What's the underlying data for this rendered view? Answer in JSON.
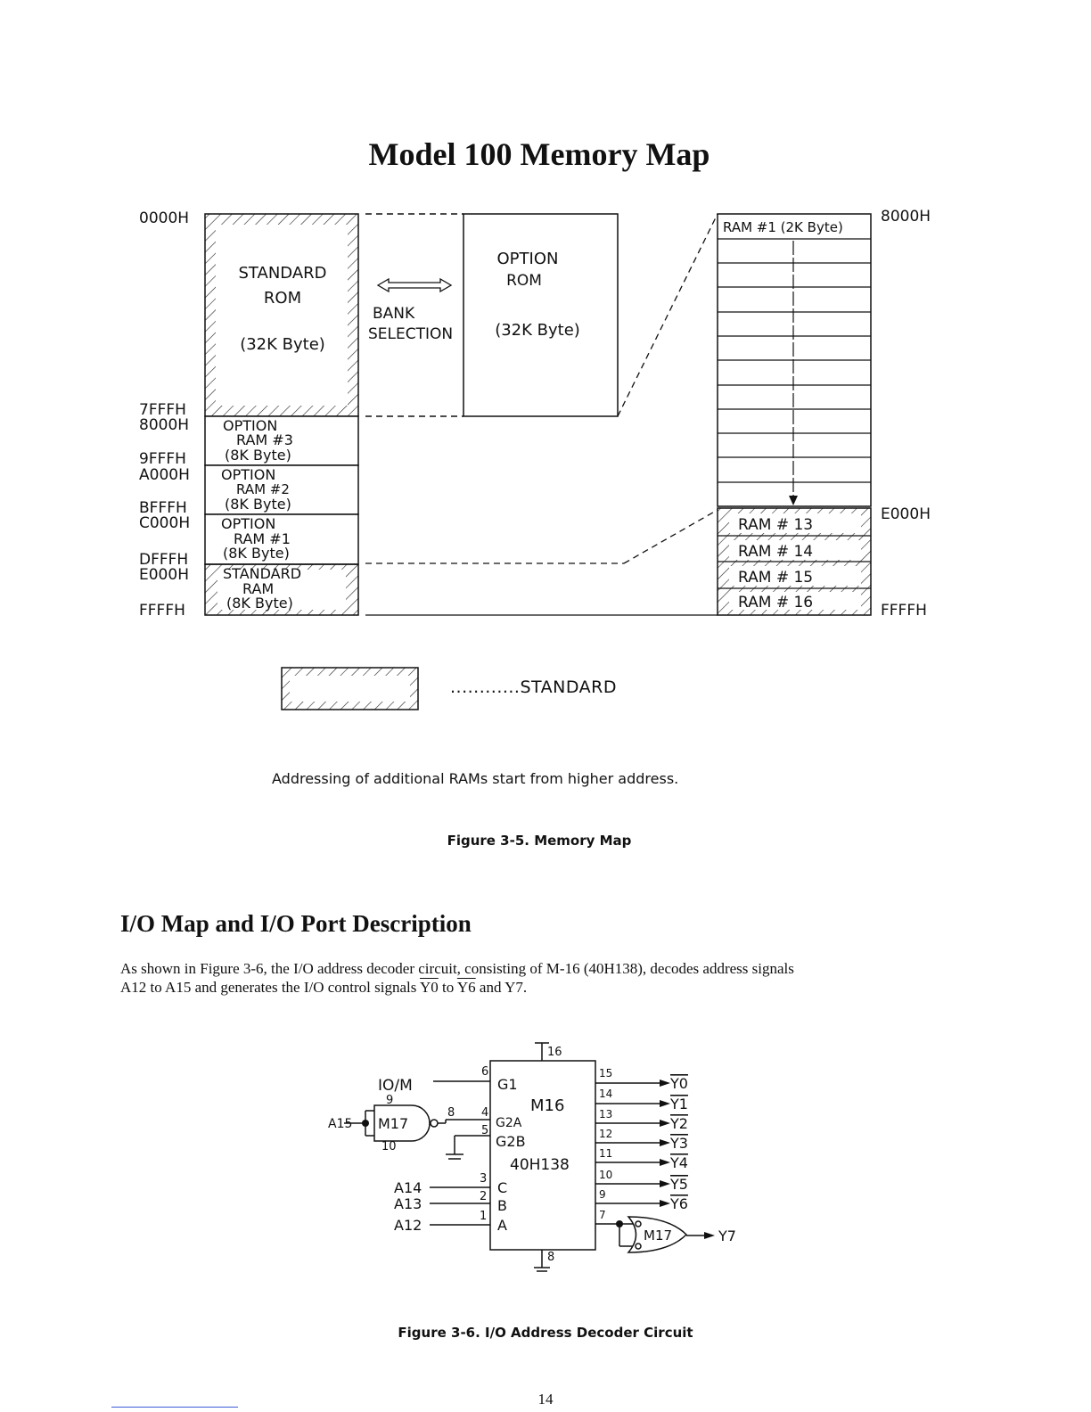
{
  "memory_map": {
    "title": "Model 100 Memory Map",
    "left_addresses": [
      "0000H",
      "7FFFH",
      "8000H",
      "9FFFH",
      "A000H",
      "BFFFH",
      "C000H",
      "DFFFH",
      "E000H",
      "FFFFH"
    ],
    "standard_rom": [
      "STANDARD",
      "ROM",
      "(32K Byte)"
    ],
    "option_ram_3": [
      "OPTION",
      "RAM #3",
      "(8K Byte)"
    ],
    "option_ram_2": [
      "OPTION",
      "RAM #2",
      "(8K Byte)"
    ],
    "option_ram_1": [
      "OPTION",
      "RAM #1",
      "(8K Byte)"
    ],
    "standard_ram": [
      "STANDARD",
      "RAM",
      "(8K Byte)"
    ],
    "bank_selection": [
      "BANK",
      "SELECTION"
    ],
    "option_rom": [
      "OPTION",
      "ROM",
      "(32K Byte)"
    ],
    "ram_top_label": "RAM #1 (2K Byte)",
    "ram_lower_labels": [
      "RAM # 13",
      "RAM # 14",
      "RAM # 15",
      "RAM # 16"
    ],
    "right_addresses": [
      "8000H",
      "E000H",
      "FFFFH"
    ],
    "legend_label": "............STANDARD",
    "note": "Addressing of additional RAMs start from higher address.",
    "caption": "Figure 3-5. Memory Map"
  },
  "io_section": {
    "heading": "I/O Map and I/O Port Description",
    "paragraph_line1": "As shown in Figure 3-6, the I/O address decoder circuit, consisting of M-16 (40H138), decodes address signals",
    "paragraph_line2_a": "A12 to A15 and generates the I/O control signals",
    "paragraph_y0": "Y0",
    "paragraph_to": "to",
    "paragraph_y6": "Y6",
    "paragraph_and": "and",
    "paragraph_y7": "Y7."
  },
  "circuit": {
    "chip_name": "M16",
    "chip_part": "40H138",
    "gate_name": "M17",
    "inputs": [
      "IO/M",
      "A15",
      "A14",
      "A13",
      "A12"
    ],
    "chip_pins_left": [
      "G1",
      "G2A",
      "G2B",
      "C",
      "B",
      "A"
    ],
    "pin_numbers_left": [
      "6",
      "4",
      "5",
      "3",
      "2",
      "1"
    ],
    "gate_pins": [
      "9",
      "10",
      "8"
    ],
    "pin_vcc": "16",
    "pin_gnd": "8",
    "pin_numbers_right": [
      "15",
      "14",
      "13",
      "12",
      "11",
      "10",
      "9",
      "7"
    ],
    "outputs": [
      "Y0",
      "Y1",
      "Y2",
      "Y3",
      "Y4",
      "Y5",
      "Y6"
    ],
    "output_y7": "Y7",
    "caption": "Figure 3-6. I/O Address Decoder Circuit"
  },
  "page_number": "14"
}
